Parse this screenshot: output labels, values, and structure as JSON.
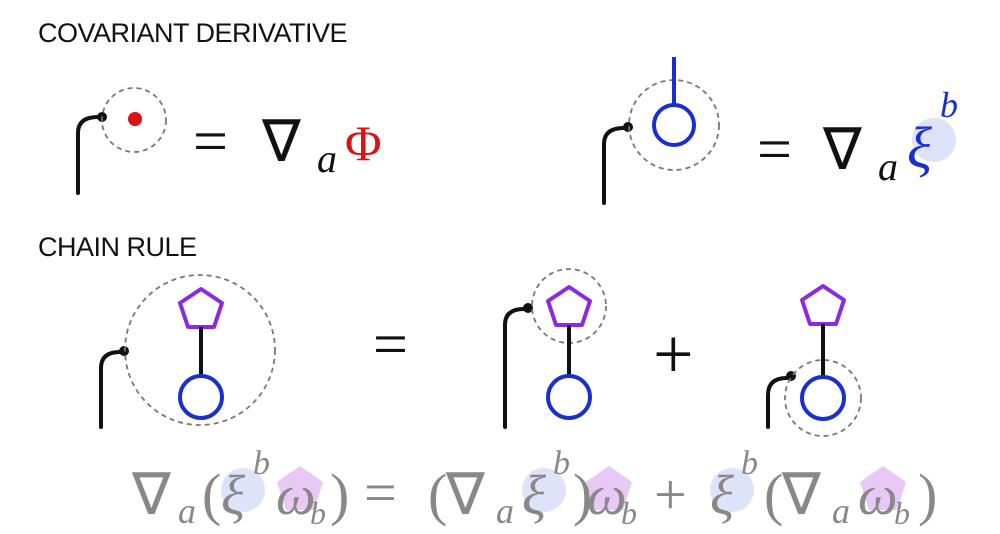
{
  "headings": {
    "covariant_derivative": "COVARIANT DERIVATIVE",
    "chain_rule": "CHAIN RULE"
  },
  "colors": {
    "ink": "#111111",
    "scalar": "#dd1111",
    "vector": "#1a2fd0",
    "covector": "#8a2be2",
    "highlight_blue": "#dfe3fa",
    "highlight_purple": "#e8c9f5",
    "formula_gray": "#888888",
    "dashed": "#777777"
  },
  "formulas": {
    "scalar": {
      "equals": "=",
      "nabla": "∇",
      "index": "a",
      "field": "Φ"
    },
    "vector": {
      "equals": "=",
      "nabla": "∇",
      "index": "a",
      "field": "ξ",
      "sup": "b"
    },
    "chain": {
      "equals": "=",
      "plus": "+"
    },
    "leibniz": {
      "nabla": "∇",
      "a": "a",
      "lparen": "(",
      "rparen": ")",
      "xi": "ξ",
      "b_sup": "b",
      "omega": "ω",
      "b_sub": "b",
      "equals": "=",
      "plus": "+"
    }
  }
}
